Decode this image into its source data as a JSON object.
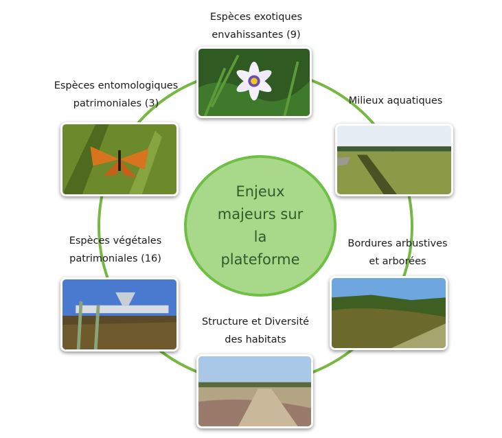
{
  "center": {
    "line1": "Enjeux",
    "line2": "majeurs sur",
    "line3": "la",
    "line4": "plateforme"
  },
  "colors": {
    "ring": "#76b843",
    "center_fill": "#a8d98a",
    "center_border": "#6fbf45",
    "center_text": "#2e5c2a"
  },
  "nodes": {
    "exotic": {
      "label": "Espèces exotiques\nenvahissantes (9)"
    },
    "aquatic": {
      "label": "Milieux aquatiques"
    },
    "shrub": {
      "label": "Bordures arbustives\net arborées"
    },
    "habitat": {
      "label": "Structure et Diversité\ndes habitats"
    },
    "plants": {
      "label": "Espèces végétales\npatrimoniales (16)"
    },
    "insects": {
      "label": "Espèces  entomologiques\npatrimoniales (3)"
    }
  }
}
